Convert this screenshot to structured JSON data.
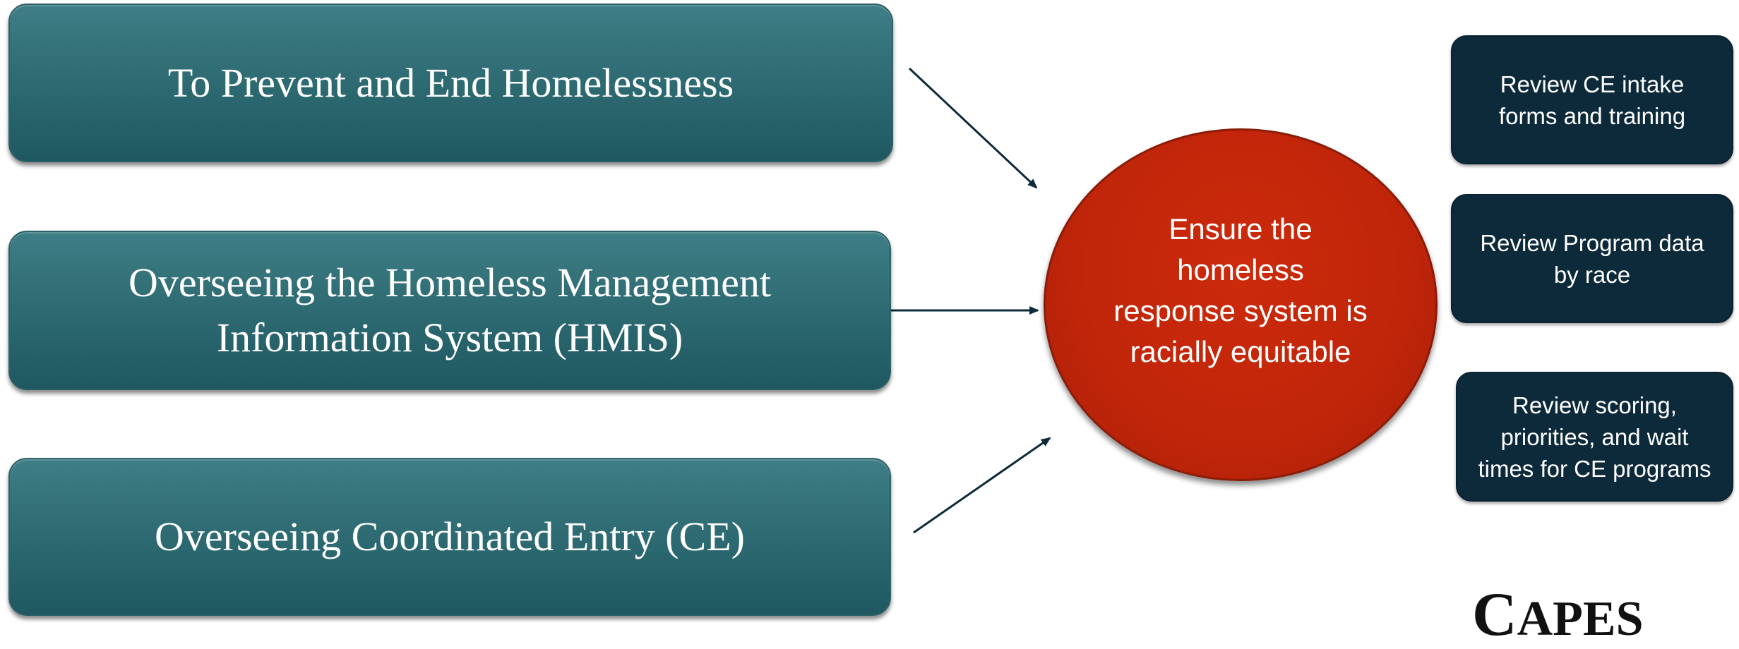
{
  "left_boxes": [
    {
      "label": "To Prevent and End Homelessness"
    },
    {
      "label": "Overseeing the Homeless Management\nInformation System (HMIS)"
    },
    {
      "label": "Overseeing Coordinated Entry (CE)"
    }
  ],
  "center_circle": {
    "label": "Ensure the homeless response system is racially equitable"
  },
  "right_boxes": [
    {
      "label": "Review CE intake forms and training"
    },
    {
      "label": "Review Program data by race"
    },
    {
      "label": "Review scoring, priorities, and wait times for CE programs"
    }
  ],
  "logo": {
    "initial": "C",
    "rest": "APES"
  },
  "colors": {
    "teal_box": "#2f6c74",
    "dark_box": "#0d2a3a",
    "circle": "#c0250a",
    "arrow": "#0d2a3a"
  }
}
